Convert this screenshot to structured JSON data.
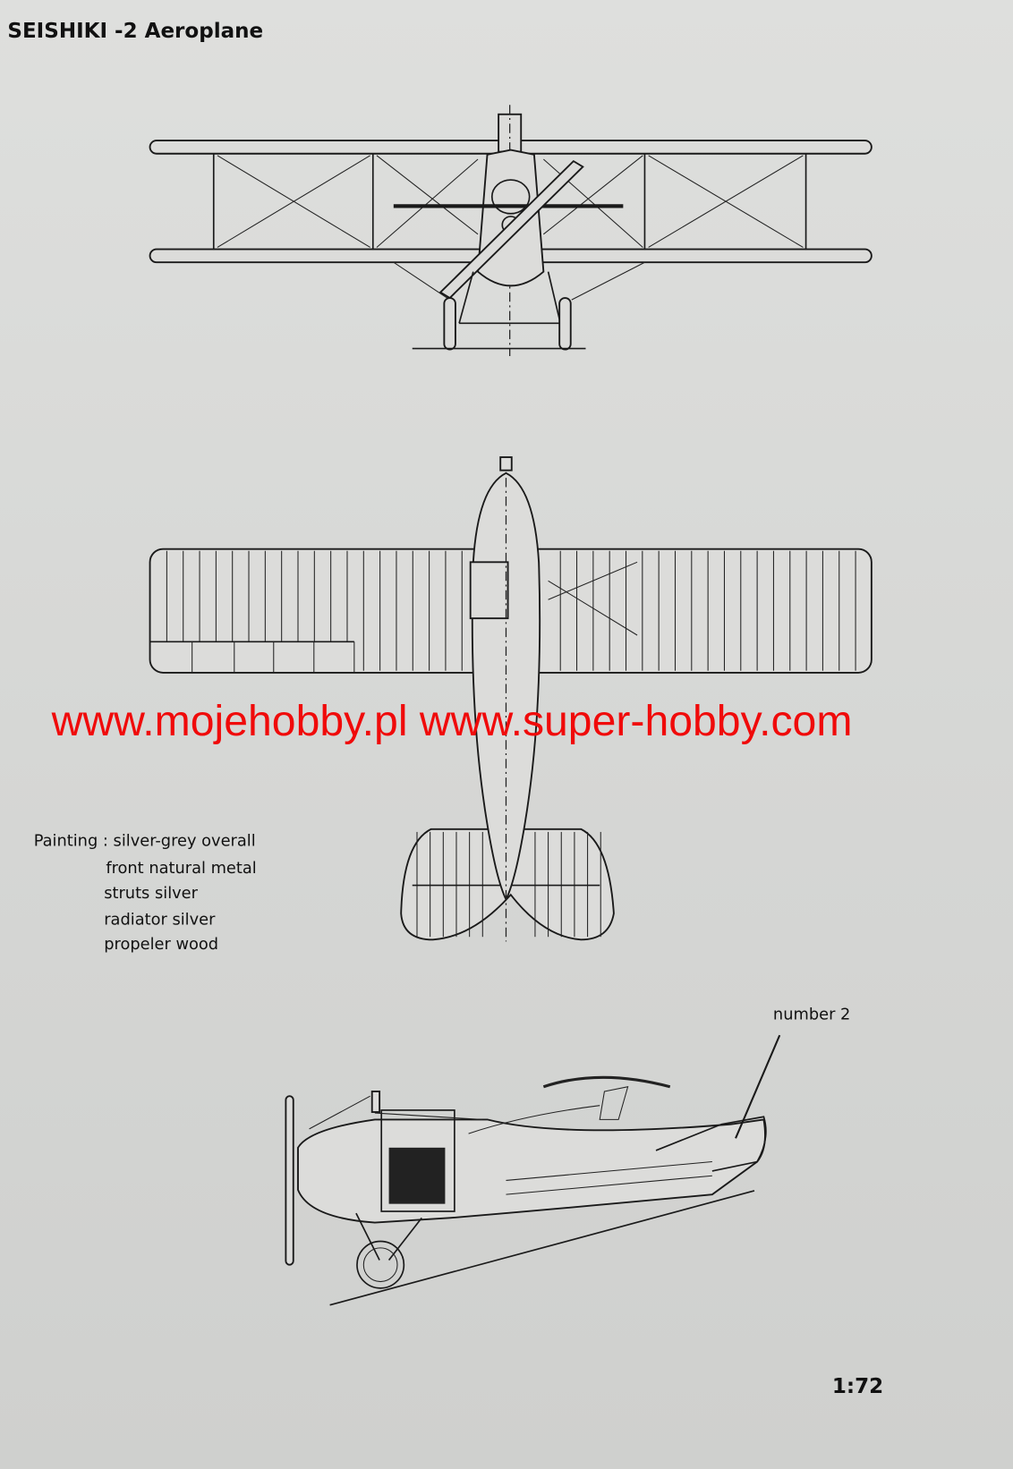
{
  "title": "SEISHIKI -2 Aeroplane",
  "watermark": "www.mojehobby.pl www.super-hobby.com",
  "painting": {
    "label": "Painting : silver-grey overall",
    "lines": [
      "front natural metal",
      "struts silver",
      "radiator silver",
      "propeler wood"
    ]
  },
  "callout": "number 2",
  "scale": "1:72",
  "colors": {
    "watermark": "#f00a0a",
    "paper": "#d9dad8",
    "ink": "#1a1a1a"
  }
}
